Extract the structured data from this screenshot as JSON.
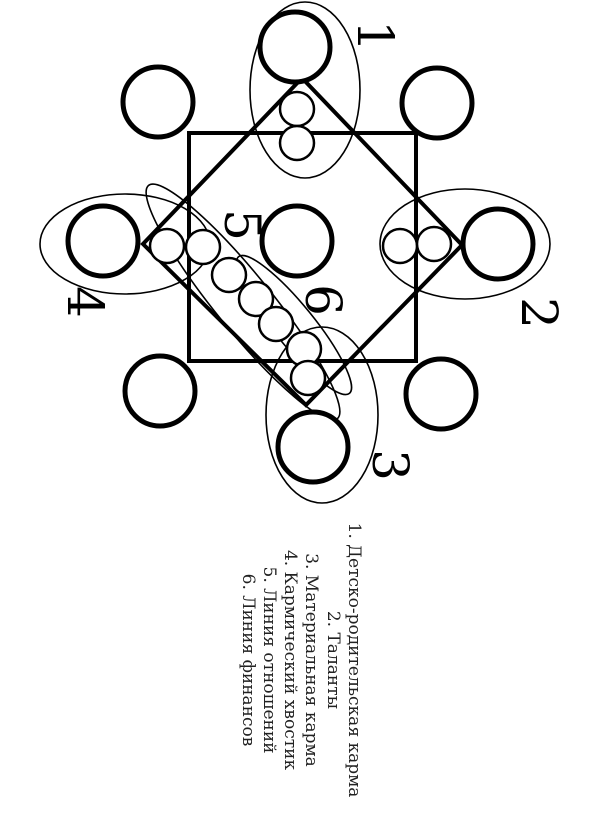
{
  "colors": {
    "stroke": "#000000",
    "background": "#ffffff"
  },
  "zone_numbers": [
    "1",
    "2",
    "3",
    "4",
    "5",
    "6"
  ],
  "legend": [
    "1. Детско-родительская карма",
    "2. Таланты",
    "3. Материальная карма",
    "4. Кармический хвостик",
    "5. Линия отношений",
    "6. Линия финансов"
  ]
}
